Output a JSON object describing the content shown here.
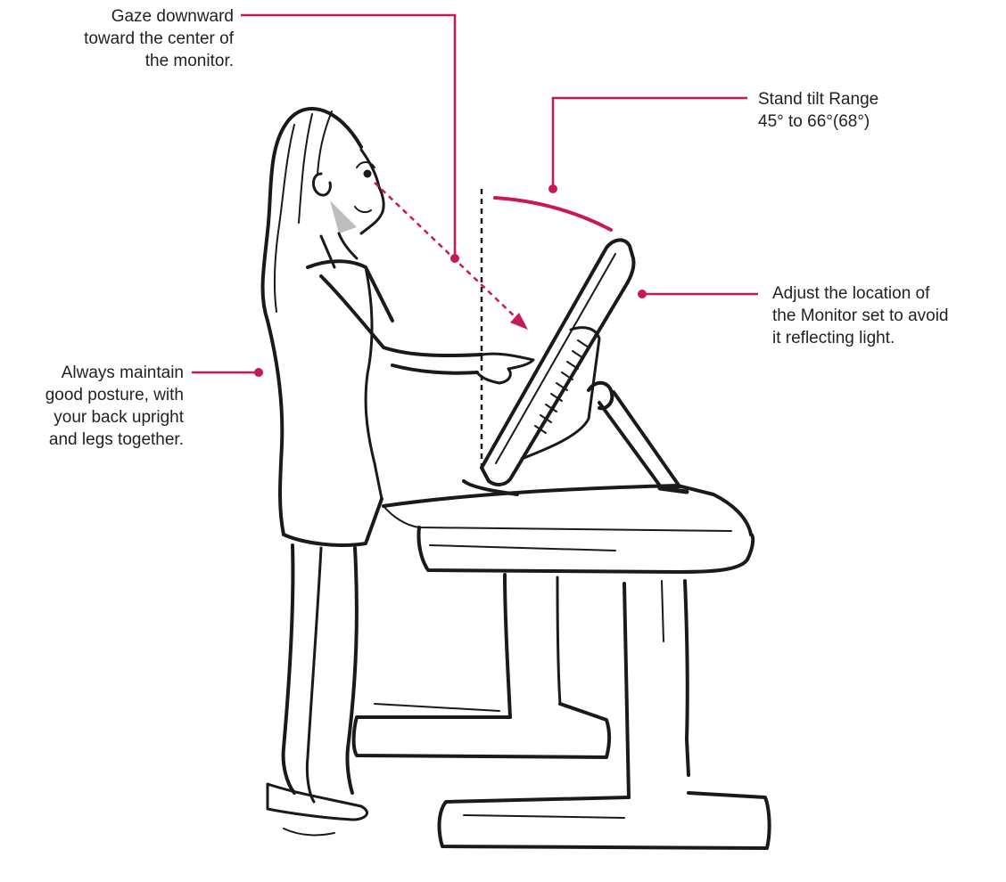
{
  "accent_color": "#c8185a",
  "line_color": "#1a1a1a",
  "annotations": {
    "gaze": {
      "lines": [
        "Gaze downward",
        "toward the center of",
        "the monitor."
      ]
    },
    "tilt": {
      "lines": [
        "Stand tilt Range",
        "45° to 66°(68°)"
      ]
    },
    "location": {
      "lines": [
        "Adjust the location of",
        "the Monitor set to avoid",
        "it reflecting light."
      ]
    },
    "posture": {
      "lines": [
        "Always maintain",
        "good posture, with",
        "your back upright",
        "and legs together."
      ]
    }
  },
  "icons": {
    "figure": "standing-person-illustration",
    "monitor": "touch-monitor-illustration",
    "desk": "desk-illustration"
  }
}
